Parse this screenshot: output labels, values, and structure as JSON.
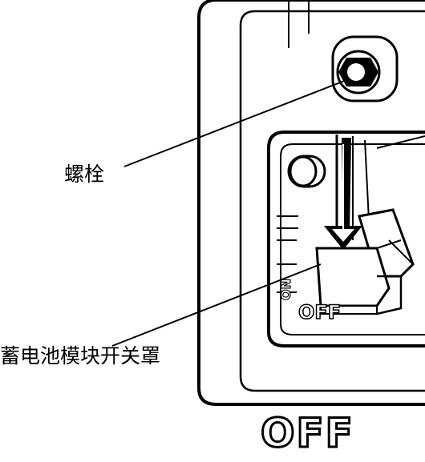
{
  "labels": {
    "bolt": "螺栓",
    "switch_cover": "蓄电池模块开关罩"
  },
  "switch": {
    "state_text": "OFF",
    "caption": "OFF"
  },
  "icons": [
    "bolt-icon",
    "switch-lever-icon",
    "down-arrow-icon"
  ]
}
